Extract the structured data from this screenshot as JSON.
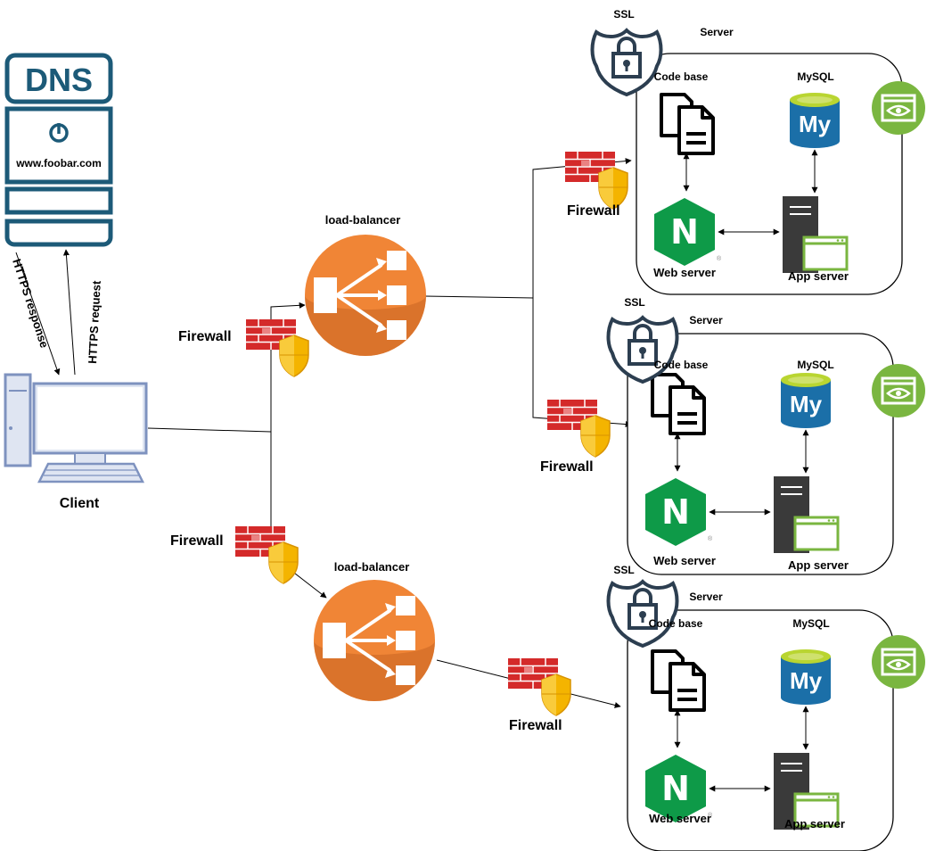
{
  "dns": {
    "title": "DNS",
    "domain": "www.foobar.com"
  },
  "client": {
    "label": "Client"
  },
  "arrows": {
    "response": "HTTPS response",
    "request": "HTTPS request"
  },
  "firewall_label": "Firewall",
  "load_balancer_label": "load-balancer",
  "ssl_label": "SSL",
  "server": {
    "title": "Server",
    "code_base": "Code base",
    "mysql": "MySQL",
    "mysql_logo": "My",
    "web_server": "Web server",
    "app_server": "App server",
    "nginx_logo": "N"
  },
  "colors": {
    "dns_blue": "#1c5a78",
    "load_balancer_orange": "#f08536",
    "firewall_red": "#d42a2a",
    "shield_yellow": "#f4b400",
    "nginx_green": "#0e9a48",
    "mysql_blue": "#1b6fa8",
    "mysql_lime": "#b9d531",
    "monitor_green": "#7ab640",
    "client_pc": "#7e92bf"
  }
}
